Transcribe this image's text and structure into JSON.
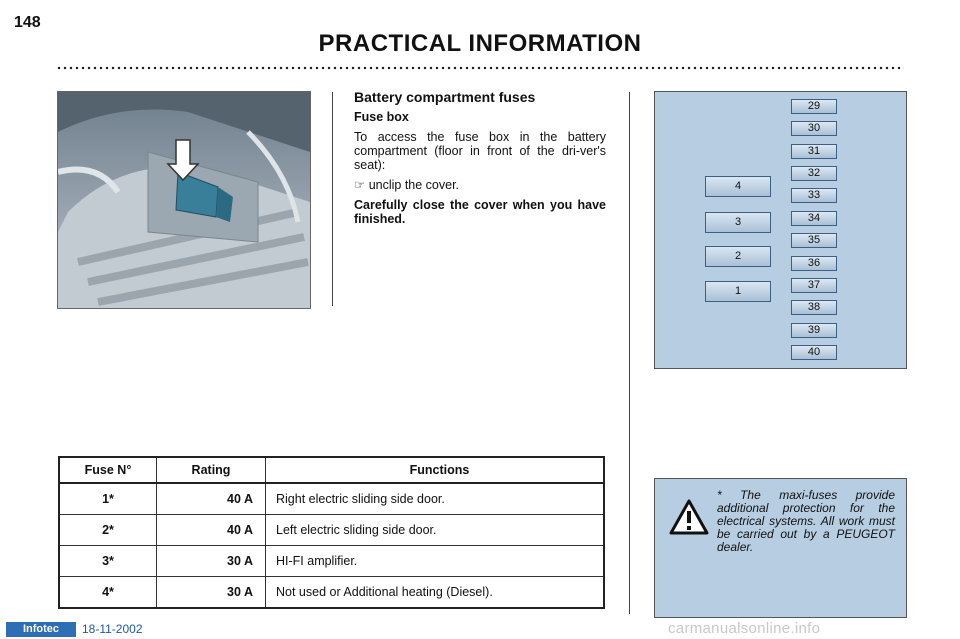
{
  "page_number": "148",
  "page_title": "PRACTICAL INFORMATION",
  "section": {
    "heading": "Battery compartment fuses",
    "subheading": "Fuse box",
    "paragraph": "To access the fuse box in the battery compartment (floor in front of the dri-ver's seat):",
    "bullet_symbol": "☞",
    "bullet": "unclip the cover.",
    "note": "Carefully close the cover when you have finished."
  },
  "fusebox": {
    "maxi_fuses": [
      "4",
      "3",
      "2",
      "1"
    ],
    "small_fuses": [
      "29",
      "30",
      "31",
      "32",
      "33",
      "34",
      "35",
      "36",
      "37",
      "38",
      "39",
      "40"
    ]
  },
  "table": {
    "headers": [
      "Fuse N°",
      "Rating",
      "Functions"
    ],
    "rows": [
      {
        "fuse": "1*",
        "rating": "40 A",
        "function": "Right electric sliding side door."
      },
      {
        "fuse": "2*",
        "rating": "40 A",
        "function": "Left electric sliding side door."
      },
      {
        "fuse": "3*",
        "rating": "30 A",
        "function": "HI-FI amplifier."
      },
      {
        "fuse": "4*",
        "rating": "30 A",
        "function": "Not used or Additional heating (Diesel)."
      }
    ]
  },
  "warning_note": "* The maxi-fuses provide additional protection for the electrical systems. All work must be carried out by a PEUGEOT dealer.",
  "footer": {
    "brand": "Infotec",
    "date": "18-11-2002",
    "watermark": "carmanualsonline.info"
  },
  "colors": {
    "panel_blue": "#b7cde2",
    "brand_blue": "#2d6eb4"
  },
  "icons": [
    "warning-triangle-icon",
    "pointing-hand-icon",
    "down-arrow-icon"
  ]
}
